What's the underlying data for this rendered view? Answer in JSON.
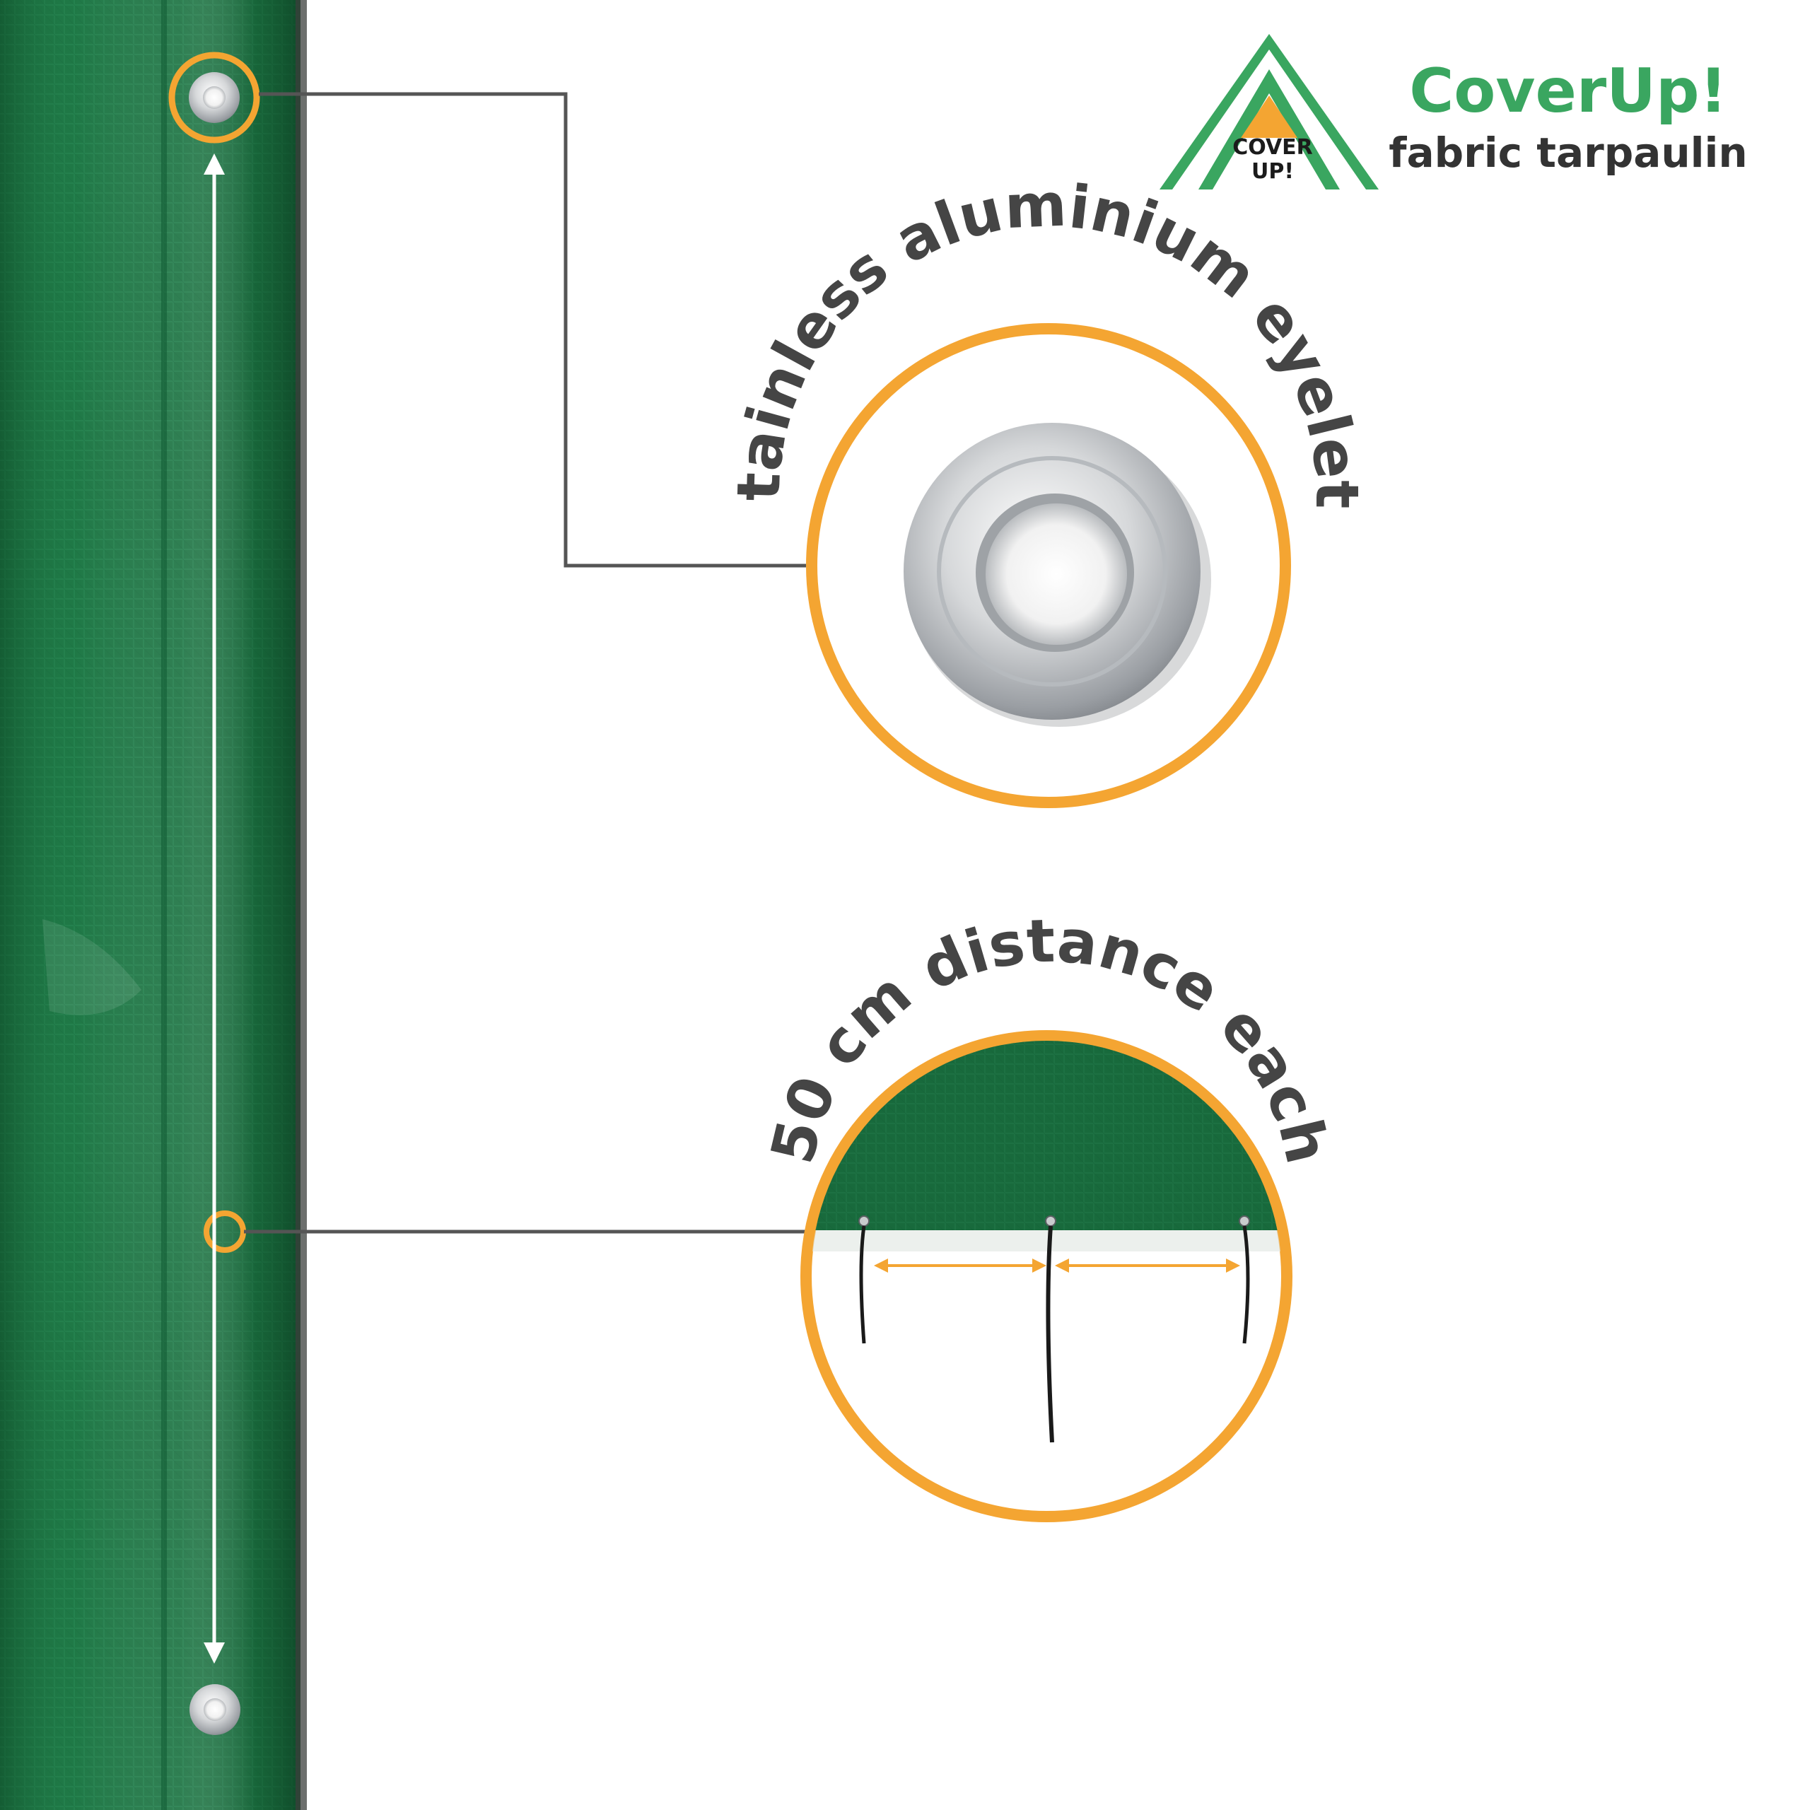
{
  "brand": {
    "name": "CoverUp!",
    "subtitle": "fabric tarpaulin",
    "logo_text_line1": "COVER",
    "logo_text_line2": "UP!"
  },
  "callouts": {
    "eyelet": {
      "label": "Stainless aluminium eyelets"
    },
    "spacing": {
      "label": "50 cm distance each"
    }
  },
  "colors": {
    "tarp_green": "#1f7a45",
    "tarp_dark": "#0f4f2b",
    "accent_orange": "#f4a532",
    "brand_green": "#3aa660",
    "text_dark": "#444444",
    "connector": "#555555"
  },
  "icons": {
    "eyelet": "metal-eyelet-icon",
    "logo": "tent-triangle-logo-icon",
    "arrow": "double-arrow-icon"
  }
}
